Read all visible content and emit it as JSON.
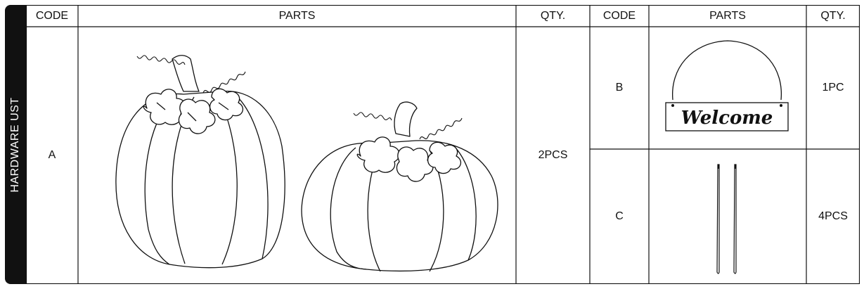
{
  "side_label": "HARDWARE UST",
  "headers": {
    "left": {
      "code": "CODE",
      "parts": "PARTS",
      "qty": "QTY."
    },
    "right": {
      "code": "CODE",
      "parts": "PARTS",
      "qty": "QTY."
    }
  },
  "rows": [
    {
      "code": "A",
      "qty": "2PCS",
      "part_icon": "two-pumpkins"
    },
    {
      "code": "B",
      "qty": "1PC",
      "part_icon": "welcome-sign",
      "sign_text": "Welcome"
    },
    {
      "code": "C",
      "qty": "4PCS",
      "part_icon": "metal-stakes"
    }
  ]
}
